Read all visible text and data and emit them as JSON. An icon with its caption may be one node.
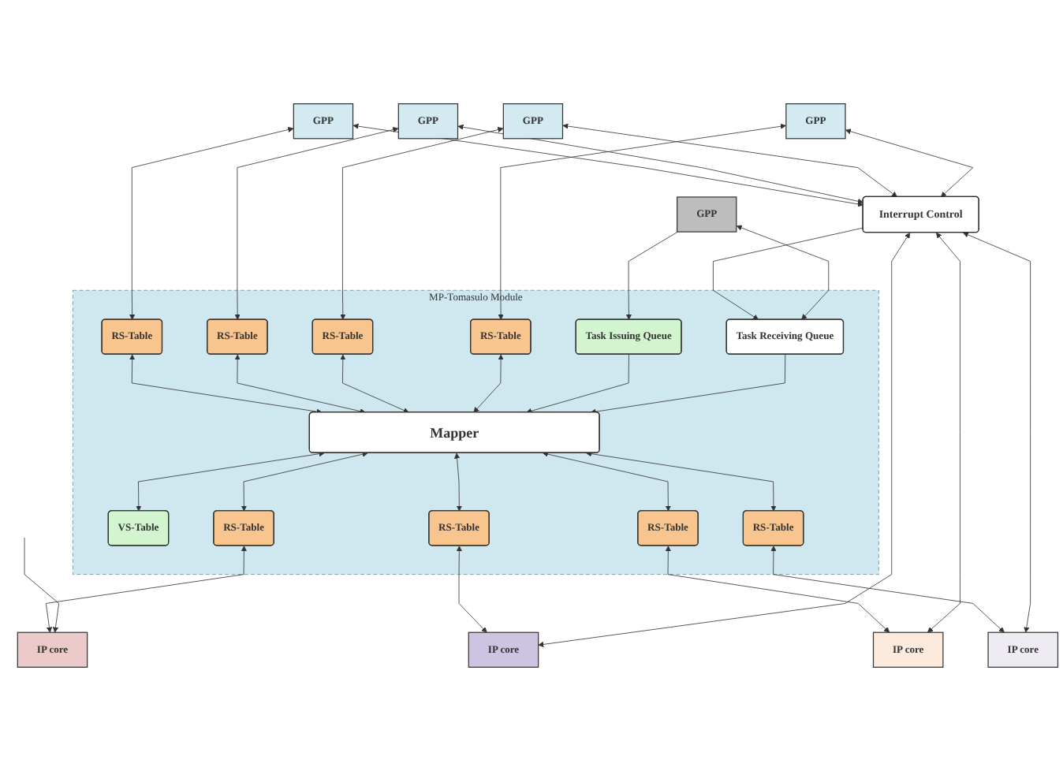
{
  "diagram": {
    "nodes": [
      {
        "text": [
          "GPP"
        ]
      },
      {
        "text": [
          "GPP"
        ]
      },
      {
        "text": [
          "GPP"
        ]
      },
      {
        "text": [
          "GPP"
        ]
      },
      {
        "text": [
          "GPP"
        ]
      },
      {
        "text": [
          "MP-Tomasulo Module"
        ]
      },
      {
        "text": [
          "RS-Table"
        ],
        "in": 5
      },
      {
        "text": [
          "RS-Table"
        ],
        "in": 5
      },
      {
        "text": [
          "RS-Table"
        ],
        "in": 5
      },
      {
        "text": [
          "RS-Table"
        ],
        "in": 5
      },
      {
        "text": [
          "Task Issuing Queue"
        ],
        "in": 5
      },
      {
        "text": [
          "Mapper"
        ],
        "in": 5
      },
      {
        "text": [
          "Task Receiving Queue"
        ],
        "in": 5
      },
      {
        "text": [
          "VS-Table"
        ],
        "in": 5
      },
      {
        "text": [
          "RS-Table"
        ],
        "in": 5
      },
      {
        "text": [
          "RS-Table"
        ],
        "in": 5
      },
      {
        "text": [
          "RS-Table"
        ],
        "in": 5
      },
      {
        "text": [
          "RS-Table"
        ],
        "in": 5
      },
      {
        "text": [
          "Interrupt Control"
        ]
      },
      {
        "text": [
          "IP core"
        ]
      },
      {
        "text": [
          "IP core"
        ]
      },
      {
        "text": [
          "IP core"
        ]
      },
      {
        "text": [
          "IP core"
        ]
      }
    ],
    "edges": [
      {
        "from": 0,
        "to": 10,
        "arrow": "to"
      },
      {
        "from": 1,
        "to": 6,
        "arrow": "both"
      },
      {
        "from": 2,
        "to": 7,
        "arrow": "both"
      },
      {
        "from": 3,
        "to": 8,
        "arrow": "both"
      },
      {
        "from": 4,
        "to": 9,
        "arrow": "both"
      },
      {
        "from": 6,
        "to": 11,
        "arrow": "both"
      },
      {
        "from": 7,
        "to": 11,
        "arrow": "both"
      },
      {
        "from": 8,
        "to": 11,
        "arrow": "both"
      },
      {
        "from": 9,
        "to": 11,
        "arrow": "both"
      },
      {
        "from": 10,
        "to": 11,
        "arrow": "to"
      },
      {
        "from": 12,
        "to": 11,
        "arrow": "to"
      },
      {
        "from": 11,
        "to": 13,
        "arrow": "both"
      },
      {
        "from": 11,
        "to": 14,
        "arrow": "both"
      },
      {
        "from": 11,
        "to": 15,
        "arrow": "both"
      },
      {
        "from": 11,
        "to": 16,
        "arrow": "both"
      },
      {
        "from": 11,
        "to": 17,
        "arrow": "both"
      },
      {
        "from": 14,
        "to": 19,
        "arrow": "both"
      },
      {
        "from": 15,
        "to": 20,
        "arrow": "both"
      },
      {
        "from": 16,
        "to": 21,
        "arrow": "both"
      },
      {
        "from": 17,
        "to": 22,
        "arrow": "both"
      },
      {
        "from": 18,
        "to": 12,
        "arrow": "to"
      },
      {
        "from": 1,
        "to": 18,
        "arrow": "both"
      },
      {
        "from": 2,
        "to": 18,
        "arrow": "both"
      },
      {
        "from": 3,
        "to": 18,
        "arrow": "both"
      },
      {
        "from": 4,
        "to": 18,
        "arrow": "both"
      },
      {
        "from": 18,
        "to": 20,
        "arrow": "both"
      },
      {
        "from": 18,
        "to": 21,
        "arrow": "both"
      },
      {
        "from": 18,
        "to": 22,
        "arrow": "both"
      },
      {
        "from": 0,
        "to": 12,
        "arrow": "both"
      },
      {
        "from": null,
        "to": 19,
        "arrow": "to"
      }
    ]
  }
}
